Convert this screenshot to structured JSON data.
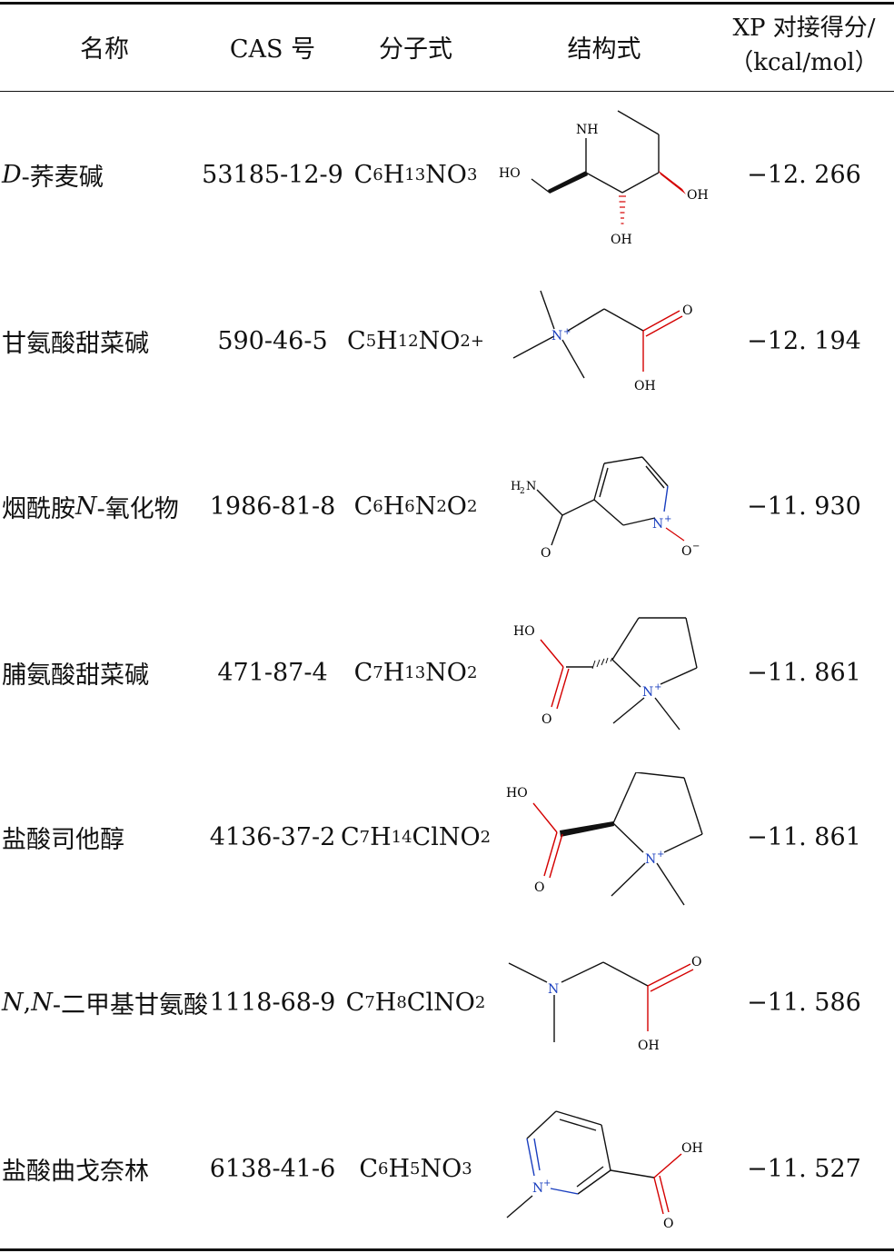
{
  "header": {
    "name": "名称",
    "cas": "CAS 号",
    "formula": "分子式",
    "structure": "结构式",
    "score_line1": "XP 对接得分/",
    "score_line2": "（kcal/mol）"
  },
  "rows": [
    {
      "name_prefix": "D",
      "name_rest": "-荞麦碱",
      "cas": "53185-12-9",
      "formula": [
        [
          "C",
          ""
        ],
        [
          "6",
          "sub"
        ],
        [
          "H",
          ""
        ],
        [
          "13",
          "sub"
        ],
        [
          "NO",
          ""
        ],
        [
          "3",
          "sub"
        ]
      ],
      "score": "−12. 266"
    },
    {
      "name_prefix": "",
      "name_rest": "甘氨酸甜菜碱",
      "cas": "590-46-5",
      "formula": [
        [
          "C",
          ""
        ],
        [
          "5",
          "sub"
        ],
        [
          "H",
          ""
        ],
        [
          "12",
          "sub"
        ],
        [
          "NO",
          ""
        ],
        [
          "2+",
          "sup"
        ]
      ],
      "score": "−12. 194"
    },
    {
      "name_prefix": "",
      "name_rest": "烟酰胺 ",
      "name_italic2": "N",
      "name_rest2": "-氧化物",
      "cas": "1986-81-8",
      "formula": [
        [
          "C",
          ""
        ],
        [
          "6",
          "sub"
        ],
        [
          "H",
          ""
        ],
        [
          "6",
          "sub"
        ],
        [
          " N",
          ""
        ],
        [
          "2",
          "sub"
        ],
        [
          "O",
          ""
        ],
        [
          "2",
          "sub"
        ]
      ],
      "score": "−11. 930"
    },
    {
      "name_prefix": "",
      "name_rest": "脯氨酸甜菜碱",
      "cas": "471-87-4",
      "formula": [
        [
          "C",
          ""
        ],
        [
          "7",
          "sub"
        ],
        [
          "H",
          ""
        ],
        [
          "13",
          "sub"
        ],
        [
          "NO",
          ""
        ],
        [
          "2",
          "sub"
        ]
      ],
      "score": "−11. 861"
    },
    {
      "name_prefix": "",
      "name_rest": "盐酸司他醇",
      "cas": "4136-37-2",
      "formula": [
        [
          "C",
          ""
        ],
        [
          "7",
          "sub"
        ],
        [
          "H",
          ""
        ],
        [
          "14",
          "sub"
        ],
        [
          "ClNO",
          ""
        ],
        [
          "2",
          "sub"
        ]
      ],
      "score": "−11. 861"
    },
    {
      "name_prefix": "N",
      "name_rest": ",",
      "name_italic2": "N",
      "name_rest2": "-二甲基甘氨酸",
      "cas": "1118-68-9",
      "formula": [
        [
          "C",
          ""
        ],
        [
          "7",
          "sub"
        ],
        [
          "H",
          ""
        ],
        [
          "8",
          "sub"
        ],
        [
          "ClNO",
          ""
        ],
        [
          "2",
          "sub"
        ]
      ],
      "score": "−11. 586"
    },
    {
      "name_prefix": "",
      "name_rest": "盐酸曲戈奈林",
      "cas": "6138-41-6",
      "formula": [
        [
          "C",
          ""
        ],
        [
          "6",
          "sub"
        ],
        [
          "H",
          ""
        ],
        [
          "5",
          "sub"
        ],
        [
          " NO",
          ""
        ],
        [
          "3",
          "sub"
        ]
      ],
      "score": "−11. 527"
    }
  ],
  "structure_labels": {
    "s1": {
      "nh": "NH",
      "ho": "HO",
      "oh1": "OH",
      "oh2": "OH"
    },
    "s2": {
      "n": "N",
      "plus": "+",
      "o": "O",
      "oh": "OH"
    },
    "s3": {
      "h2n": "H",
      "two": "2",
      "n1": "N",
      "n2": "N",
      "plus": "+",
      "o": "O",
      "ominus": "O",
      "minus": "−"
    },
    "s4": {
      "ho": "HO",
      "n": "N",
      "plus": "+",
      "o": "O"
    },
    "s5": {
      "ho": "HO",
      "n": "N",
      "plus": "+",
      "o": "O"
    },
    "s6": {
      "n": "N",
      "o": "O",
      "oh": "OH"
    },
    "s7": {
      "n": "N",
      "plus": "+",
      "o": "O",
      "oh": "OH"
    }
  },
  "colors": {
    "red": "#d40000",
    "blue": "#1a3fbf",
    "black": "#111111"
  }
}
